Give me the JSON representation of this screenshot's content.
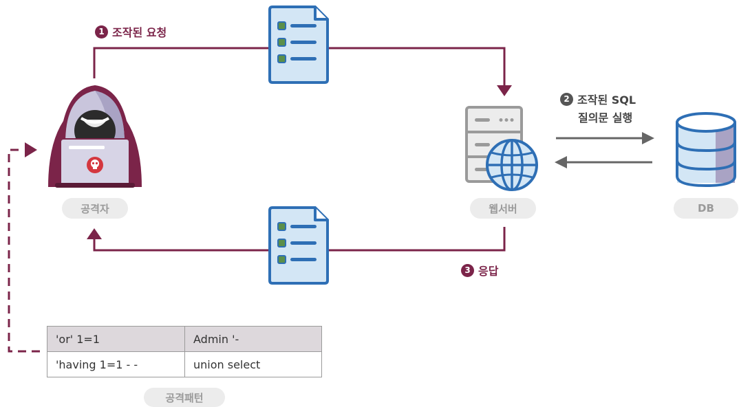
{
  "nodes": {
    "attacker_label": "공격자",
    "webserver_label": "웹서버",
    "db_label": "DB",
    "pattern_label": "공격패턴"
  },
  "steps": {
    "step1": {
      "num": "1",
      "text": "조작된 요청"
    },
    "step2": {
      "num": "2",
      "line1": "조작된 SQL",
      "line2": "질의문 실행"
    },
    "step3": {
      "num": "3",
      "text": "응답"
    }
  },
  "attack_patterns": [
    [
      "'or' 1=1",
      "Admin '-"
    ],
    [
      "'having 1=1 - -",
      "union select"
    ]
  ],
  "colors": {
    "maroon": "#7b2449",
    "blue": "#2e6fb5",
    "light_blue": "#d3e6f5",
    "gray": "#666666"
  },
  "icons": [
    "hacker-icon",
    "skull-icon",
    "document-icon",
    "server-icon",
    "globe-icon",
    "database-icon"
  ]
}
